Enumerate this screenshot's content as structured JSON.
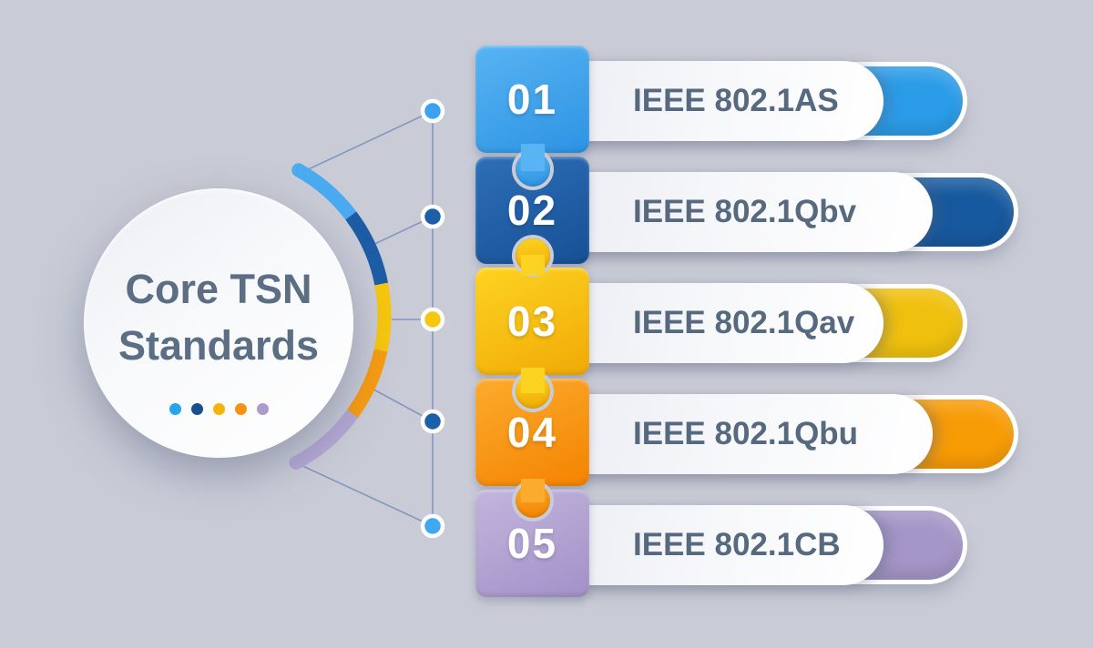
{
  "title": {
    "line1": "Core TSN",
    "line2": "Standards"
  },
  "items": [
    {
      "number": "01",
      "label": "IEEE 802.1AS",
      "color": "#58b4f2",
      "color_dark": "#2d93e4",
      "tail_color": "#2b9ce8",
      "bar_length": "short"
    },
    {
      "number": "02",
      "label": "IEEE 802.1Qbv",
      "color": "#2d6fb7",
      "color_dark": "#174f94",
      "tail_color": "#17599e",
      "bar_length": "long"
    },
    {
      "number": "03",
      "label": "IEEE 802.1Qav",
      "color": "#fdd321",
      "color_dark": "#f1aa06",
      "tail_color": "#f0c00e",
      "bar_length": "short"
    },
    {
      "number": "04",
      "label": "IEEE 802.1Qbu",
      "color": "#fbab2e",
      "color_dark": "#f58300",
      "tail_color": "#f89c06",
      "bar_length": "long"
    },
    {
      "number": "05",
      "label": "IEEE 802.1CB",
      "color": "#c2b5dd",
      "color_dark": "#a391c8",
      "tail_color": "#a496c7",
      "bar_length": "short"
    }
  ],
  "deco": {
    "arc_colors": [
      "#4aabf0",
      "#1d5da6",
      "#f7c60d",
      "#f89c0e",
      "#b4a6d4"
    ],
    "node_colors": [
      "#3aa2ee",
      "#1b5fa8",
      "#f5c70e",
      "#1b5fa8",
      "#3fa8f0"
    ],
    "center_dot_colors": [
      "#29a3ea",
      "#1a4f8f",
      "#f6b40a",
      "#fb9110",
      "#ab9ace"
    ],
    "line_color": "#8496c2"
  },
  "palette": {
    "background": "#c9cbd6",
    "text_slate": "#56697e",
    "title_color": "#5b6e84",
    "white": "#ffffff"
  }
}
